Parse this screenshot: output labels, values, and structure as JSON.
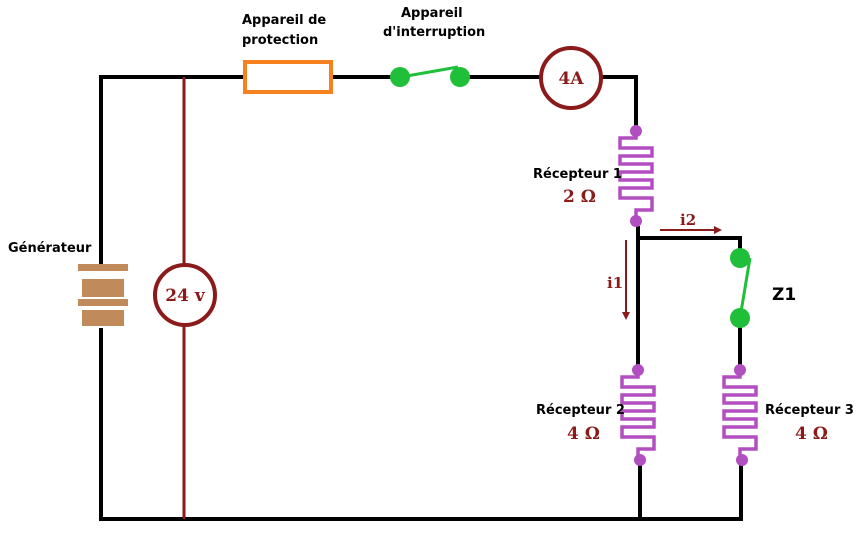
{
  "labels": {
    "protection": [
      "Appareil de",
      "protection"
    ],
    "interruption": [
      "Appareil",
      "d'interruption"
    ],
    "generator": "Générateur",
    "receptor1": "Récepteur 1",
    "receptor2": "Récepteur 2",
    "receptor3": "Récepteur 3",
    "z1": "Z1"
  },
  "values": {
    "r1": "2 Ω",
    "r2": "4 Ω",
    "r3": "4 Ω"
  },
  "meters": {
    "ammeter": "4A",
    "voltmeter": "24 v"
  },
  "currents": {
    "i1": "i1",
    "i2": "i2"
  },
  "colors": {
    "wire": "#000000",
    "meter": "#8b1a1a",
    "resistor": "#b24fc0",
    "switch": "#1fbf3a",
    "fuse": "#f5821f",
    "battery": "#c08a5a"
  }
}
